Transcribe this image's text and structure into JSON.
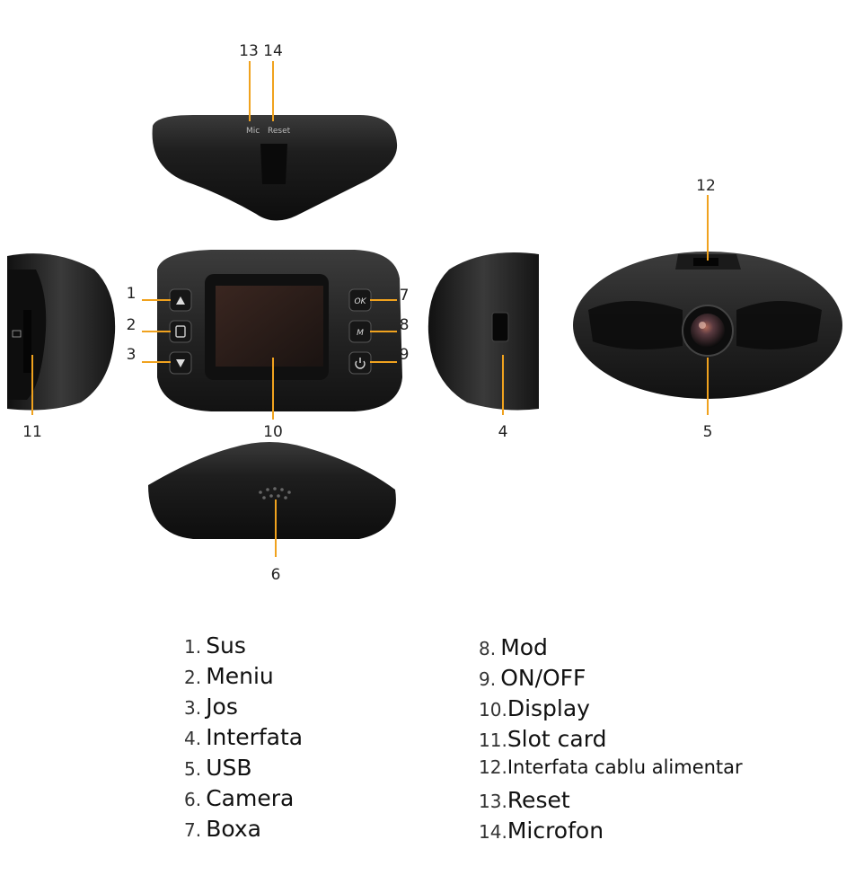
{
  "callouts": [
    "1",
    "2",
    "3",
    "4",
    "5",
    "6",
    "7",
    "8",
    "9",
    "10",
    "11",
    "12",
    "13",
    "14"
  ],
  "device": {
    "top_labels": [
      "Mic",
      "Reset"
    ],
    "button_ok": "OK",
    "button_m": "M"
  },
  "legend_left": [
    {
      "num": "1.",
      "label": "Sus"
    },
    {
      "num": "2.",
      "label": "Meniu"
    },
    {
      "num": "3.",
      "label": "Jos"
    },
    {
      "num": "4.",
      "label": "Interfata"
    },
    {
      "num": "5.",
      "label": "USB"
    },
    {
      "num": "6.",
      "label": "Camera"
    },
    {
      "num": "7.",
      "label": "Boxa"
    }
  ],
  "legend_right": [
    {
      "num": "8.",
      "label": "Mod"
    },
    {
      "num": "9.",
      "label": "ON/OFF"
    },
    {
      "num": "10.",
      "label": "Display"
    },
    {
      "num": "11.",
      "label": "Slot card"
    },
    {
      "num": "12.",
      "label": "Interfata cablu alimentar"
    },
    {
      "num": "13.",
      "label": "Reset"
    },
    {
      "num": "14.",
      "label": "Microfon"
    }
  ],
  "colors": {
    "leader": "#f0a21e",
    "body_dark": "#1b1b1b",
    "body_mid": "#2e2e2e",
    "screen": "#2a1d1a"
  }
}
